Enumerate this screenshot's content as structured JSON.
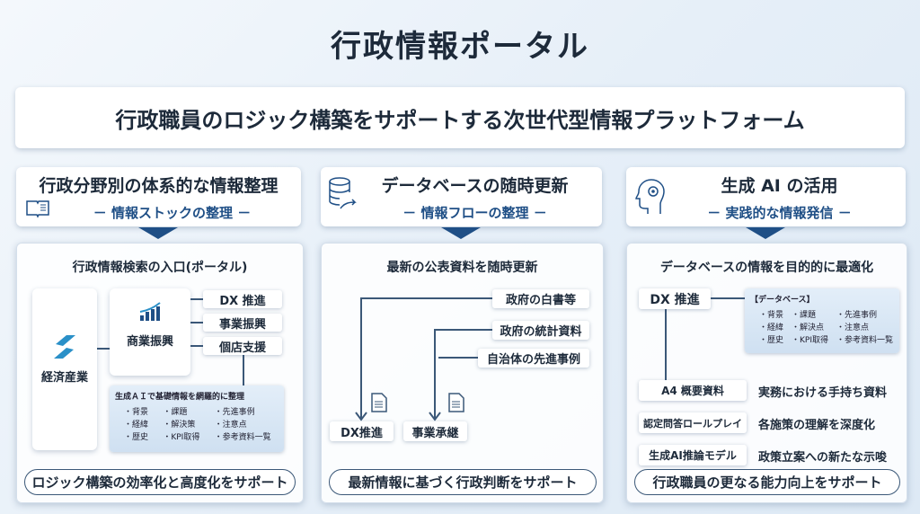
{
  "title": "行政情報ポータル",
  "subtitle": "行政職員のロジック構築をサポートする次世代型情報プラットフォーム",
  "columns": [
    {
      "heading": "行政分野別の体系的な情報整理",
      "sub": "－ 情報ストックの整理 －",
      "icon": "book-icon",
      "panel_title": "行政情報検索の入口(ポータル)",
      "footer": "ロジック構築の効率化と高度化をサポート",
      "main_node": "経済産業",
      "mid_node": "商業振興",
      "leaves": [
        "DX 推進",
        "事業振興",
        "個店支援"
      ],
      "ai_box": {
        "title": "生成ＡＩで基礎情報を網羅的に整理",
        "items": [
          "・背景",
          "・課題",
          "・先進事例",
          "・経緯",
          "・解決策",
          "・注意点",
          "・歴史",
          "・KPI取得",
          "・参考資料一覧"
        ]
      }
    },
    {
      "heading": "データベースの随時更新",
      "sub": "－ 情報フローの整理 －",
      "icon": "database-icon",
      "panel_title": "最新の公表資料を随時更新",
      "footer": "最新情報に基づく行政判断をサポート",
      "sources": [
        "政府の白書等",
        "政府の統計資料",
        "自治体の先進事例"
      ],
      "targets": [
        "DX推進",
        "事業承継"
      ]
    },
    {
      "heading": "生成 AI の活用",
      "sub": "－ 実践的な情報発信 －",
      "icon": "brain-gear-icon",
      "panel_title": "データベースの情報を目的的に最適化",
      "footer": "行政職員の更なる能力向上をサポート",
      "root": "DX 推進",
      "db_box": {
        "title": "【データベース】",
        "items": [
          "・背景",
          "・課題",
          "・先進事例",
          "・経緯",
          "・解決点",
          "・注意点",
          "・歴史",
          "・KPI取得",
          "・参考資料一覧"
        ]
      },
      "outputs": [
        {
          "label": "A4 概要資料",
          "desc": "実務における手持ち資料"
        },
        {
          "label": "認定問答ロールプレイ",
          "desc": "各施策の理解を深度化"
        },
        {
          "label": "生成AI推論モデル",
          "desc": "政策立案への新たな示唆"
        }
      ]
    }
  ],
  "colors": {
    "accent": "#1f4f86",
    "text": "#1d2a3a"
  }
}
